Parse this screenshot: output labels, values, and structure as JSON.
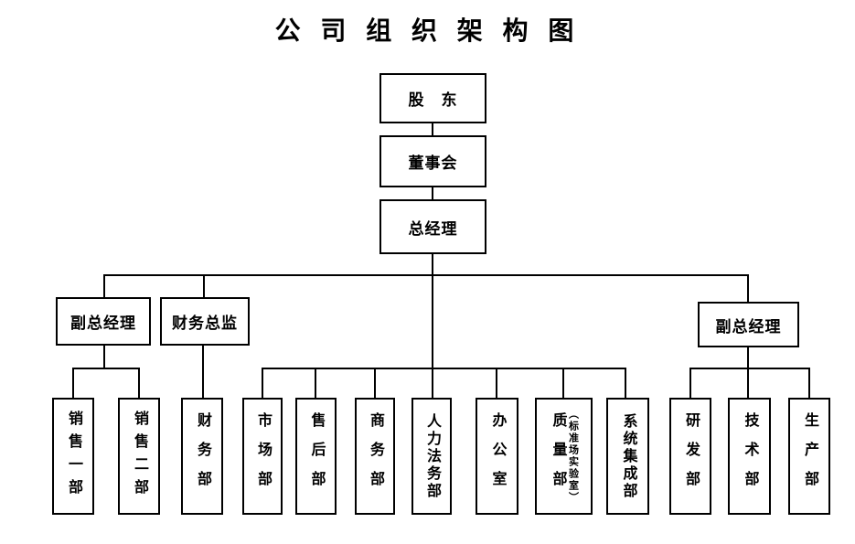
{
  "title": "公 司 组 织 架 构 图",
  "org": {
    "level1": [
      {
        "label": "股　东"
      },
      {
        "label": "董事会"
      },
      {
        "label": "总经理"
      }
    ],
    "level2": [
      {
        "label": "副总经理"
      },
      {
        "label": "财务总监"
      },
      {
        "label": "副总经理"
      }
    ],
    "departments": [
      {
        "label": "销售一部"
      },
      {
        "label": "销售二部"
      },
      {
        "label": "财务部"
      },
      {
        "label": "市场部"
      },
      {
        "label": "售后部"
      },
      {
        "label": "商务部"
      },
      {
        "label": "人力法务部"
      },
      {
        "label": "办公室"
      },
      {
        "label": "质量部",
        "sublabel": "（标准场实验室）"
      },
      {
        "label": "系统集成部"
      },
      {
        "label": "研发部"
      },
      {
        "label": "技术部"
      },
      {
        "label": "生产部"
      }
    ]
  },
  "colors": {
    "line": "#000000",
    "background": "#ffffff",
    "text": "#000000"
  }
}
